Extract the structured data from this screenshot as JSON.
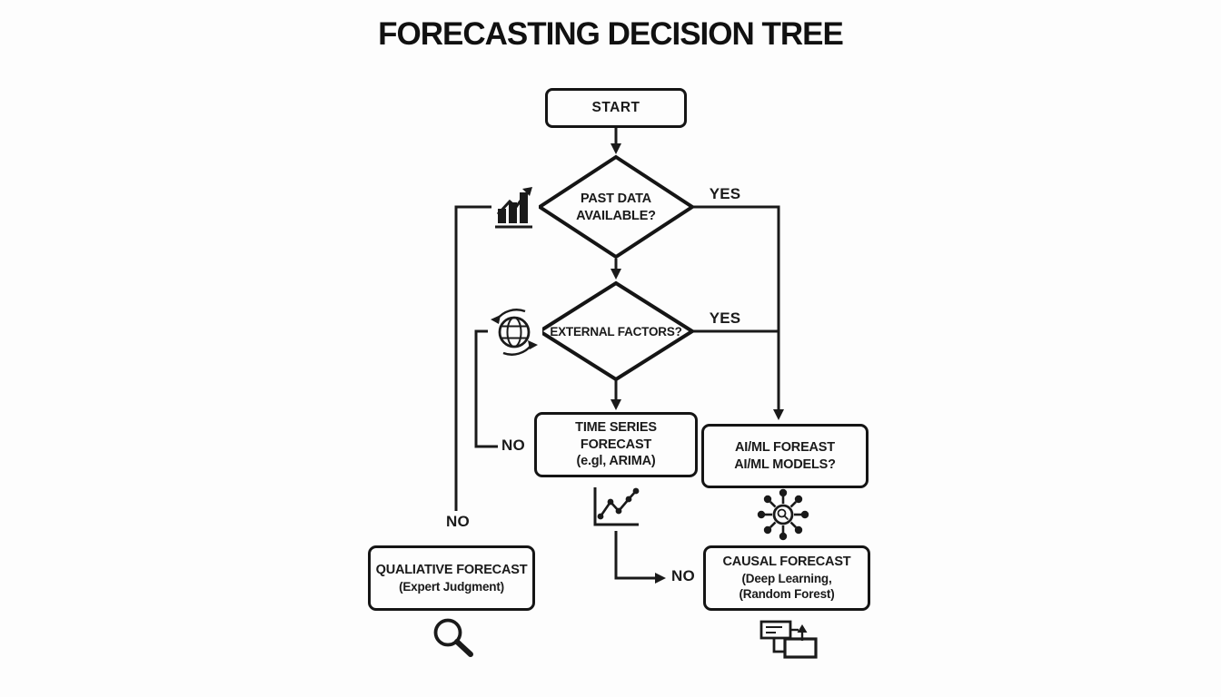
{
  "title": "FORECASTING DECISION TREE",
  "colors": {
    "ink": "#1a1a1a",
    "background": "#fdfdfd"
  },
  "nodes": {
    "start": {
      "label": "START"
    },
    "past_data_decision": {
      "line1": "PAST DATA",
      "line2": "AVAILABLE?",
      "icon": "bar-chart-growth-icon"
    },
    "external_factors_decision": {
      "label": "EXTERNAL FACTORS?",
      "icon": "globe-sync-icon"
    },
    "time_series_forecast": {
      "line1": "TIME SERIES",
      "line2": "FORECAST",
      "line3": "(e.gl, ARIMA)",
      "icon": "line-chart-icon"
    },
    "ai_ml_forecast": {
      "line1": "AI/ML FOREAST",
      "line2": "AI/ML MODELS?",
      "icon": "network-hub-icon"
    },
    "qualitative_forecast": {
      "line1": "QUALIATIVE FORECAST",
      "line2": "(Expert Judgment)",
      "icon": "magnifier-icon"
    },
    "causal_forecast": {
      "line1": "CAUSAL FORECAST",
      "line2": "(Deep Learning,",
      "line3": "(Random Forest)",
      "icon": "flow-documents-icon"
    }
  },
  "edge_labels": {
    "past_data_yes": "YES",
    "external_factors_yes": "YES",
    "external_factors_no": "NO",
    "past_data_no": "NO",
    "time_series_no": "NO"
  }
}
